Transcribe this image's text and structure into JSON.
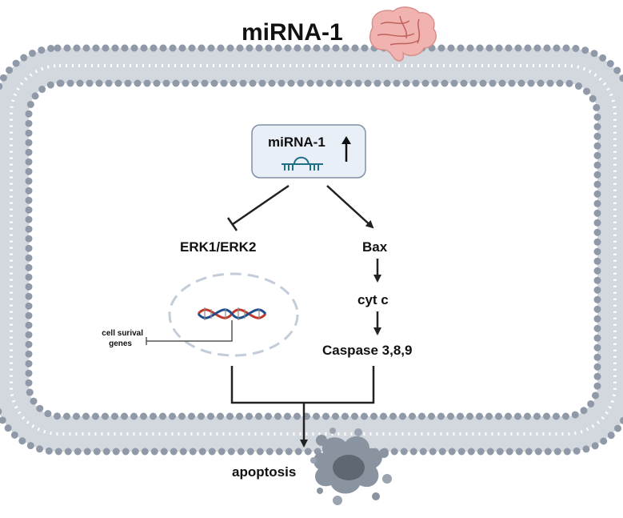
{
  "title": "miRNA-1",
  "box": {
    "label": "miRNA-1"
  },
  "nodes": {
    "erk": "ERK1/ERK2",
    "bax": "Bax",
    "cytc": "cyt c",
    "caspase": "Caspase 3,8,9",
    "genes_line1": "cell surival",
    "genes_line2": "genes",
    "apoptosis": "apoptosis"
  },
  "icons": [
    "brain-icon",
    "up-arrow-icon",
    "mirna-hairpin-icon",
    "dna-helix-icon",
    "apoptotic-cell-icon"
  ],
  "colors": {
    "membrane": "#8f99a8",
    "membrane_tail": "#c9ced6",
    "box_fill": "#e9eff7",
    "box_stroke": "#7f8fa6",
    "dna_red": "#c0392b",
    "dna_blue": "#1f4f8a",
    "brain": "#f1b3b0",
    "cell": "#8a93a0",
    "arrow": "#222222"
  }
}
